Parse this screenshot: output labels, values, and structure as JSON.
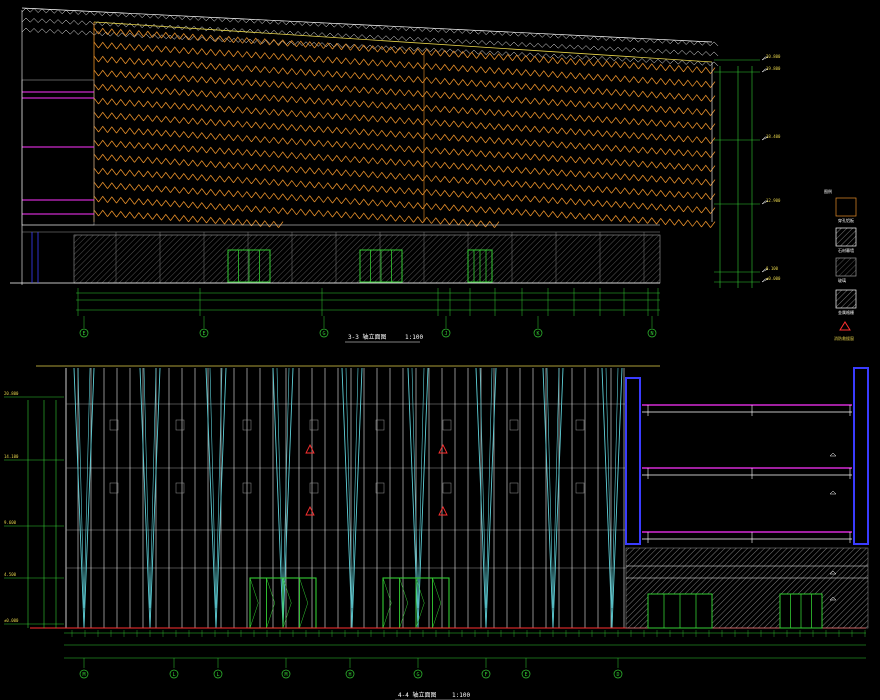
{
  "drawing": {
    "upper_elevation": {
      "title": "3-3 轴立面图",
      "scale": "1:100",
      "axis_labels": [
        "E",
        "E",
        "G",
        "J",
        "K",
        "N"
      ],
      "level_labels": [
        "20.800",
        "19.800",
        "18.400",
        "12.900",
        "8.100",
        "±0.000"
      ]
    },
    "lower_elevation": {
      "title": "4-4 轴立面图",
      "scale": "1:100",
      "axis_labels": [
        "M",
        "L",
        "L",
        "M",
        "H",
        "G",
        "F",
        "E",
        "D"
      ],
      "level_labels": [
        "20.800",
        "14.100",
        "9.600",
        "4.500",
        "±0.000"
      ]
    },
    "legend": {
      "items": [
        "穿孔铝板",
        "石材幕墙",
        "玻璃",
        "金属格栅",
        "消防救援窗"
      ]
    }
  },
  "colors": {
    "background": "#000000",
    "orange": "#e8902a",
    "white": "#ffffff",
    "green": "#33cc33",
    "yellow": "#e6d34a",
    "cyan": "#5fd0d8",
    "magenta": "#ff33ff",
    "blue": "#3a3cff",
    "red": "#ff3030",
    "gray": "#9a9a9a"
  }
}
